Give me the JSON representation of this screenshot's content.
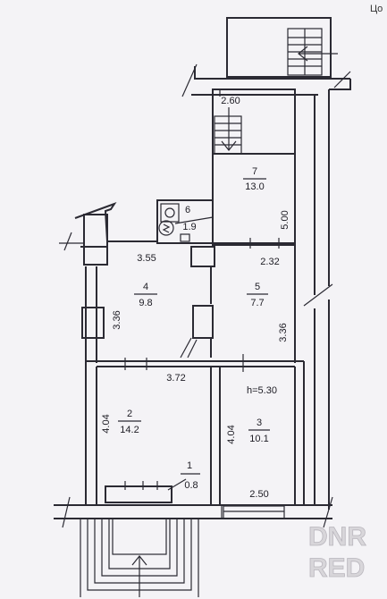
{
  "corner_text": "Цо",
  "rooms": [
    {
      "number": "1",
      "area": "0.8"
    },
    {
      "number": "2",
      "area": "14.2"
    },
    {
      "number": "3",
      "area": "10.1"
    },
    {
      "number": "4",
      "area": "9.8"
    },
    {
      "number": "5",
      "area": "7.7"
    },
    {
      "number": "6",
      "area": "1.9"
    },
    {
      "number": "7",
      "area": "13.0"
    }
  ],
  "dimensions": {
    "stair_top": "2.60",
    "room7_height": "5.00",
    "room4_width": "3.55",
    "room5_width": "2.32",
    "room4_depth": "3.36",
    "room5_depth": "3.36",
    "room2_width": "3.72",
    "ceiling_height": "h=5.30",
    "room2_depth": "4.04",
    "room3_depth": "4.04",
    "room3_width": "2.50"
  },
  "watermark": {
    "line1": "DNR",
    "line2": "RED"
  }
}
